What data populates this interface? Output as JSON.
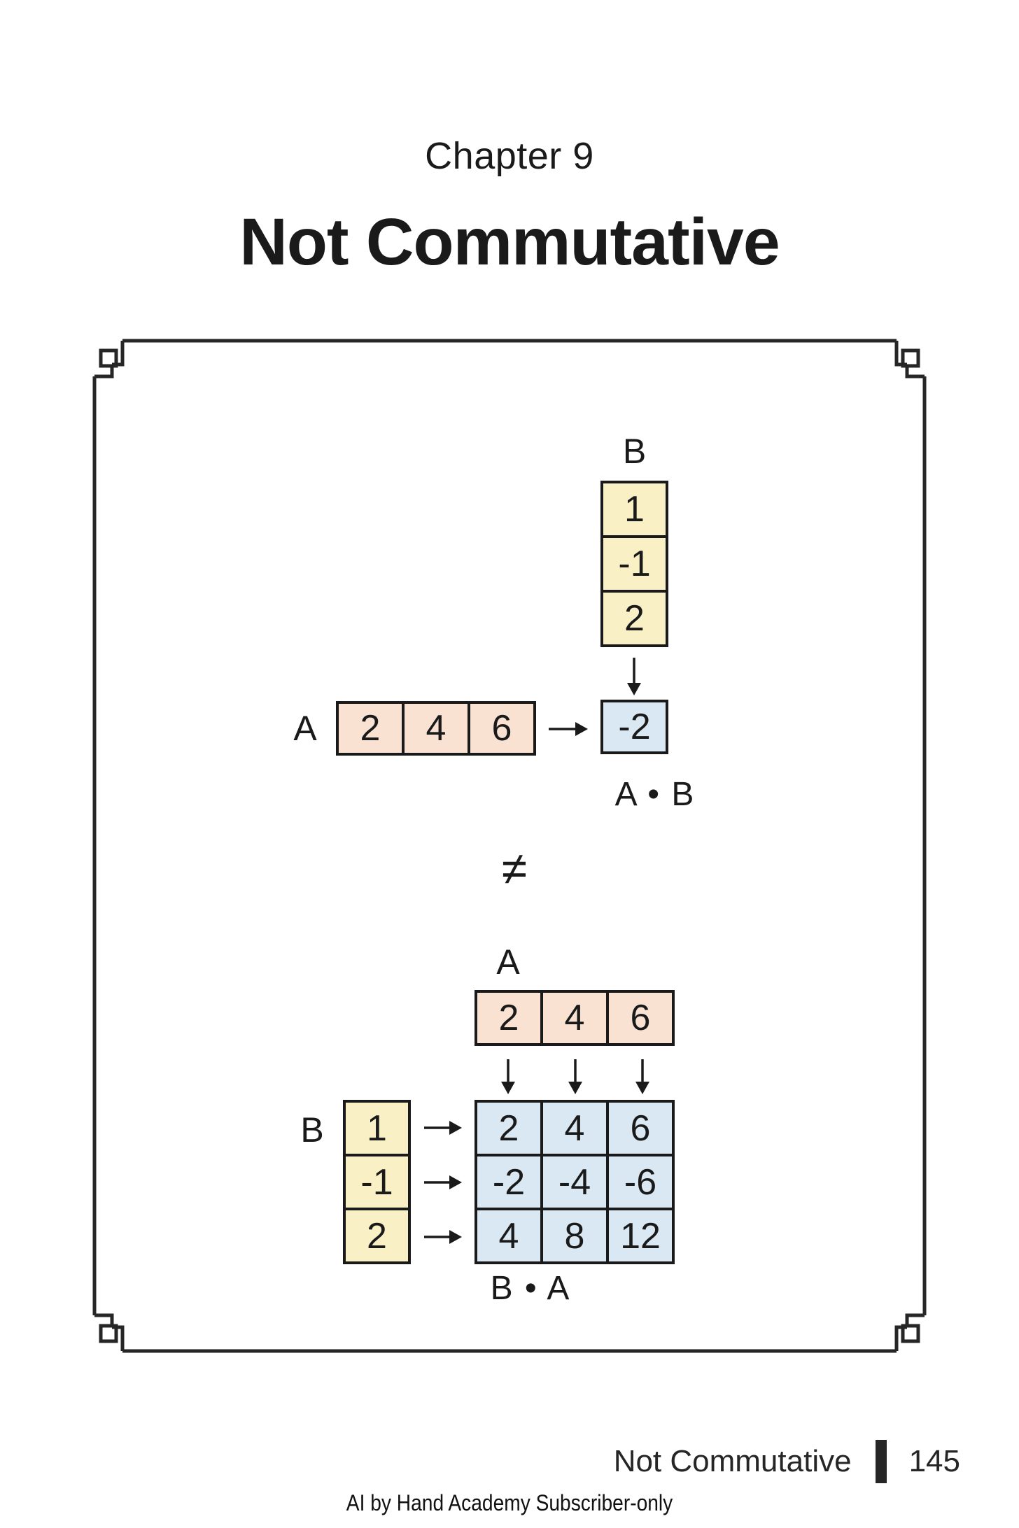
{
  "page": {
    "chapter": "Chapter 9",
    "title": "Not Commutative"
  },
  "colors": {
    "yellow": "#faf0c6",
    "pink": "#fae2d3",
    "blue": "#d9e8f2"
  },
  "equation_top": {
    "b_label": "B",
    "b_vector": [
      "1",
      "-1",
      "2"
    ],
    "a_label": "A",
    "a_vector": [
      "2",
      "4",
      "6"
    ],
    "result": "-2",
    "result_label": "A • B"
  },
  "inequality_symbol": "≠",
  "equation_bottom": {
    "a_label": "A",
    "a_vector": [
      "2",
      "4",
      "6"
    ],
    "b_label": "B",
    "b_vector": [
      "1",
      "-1",
      "2"
    ],
    "matrix": [
      [
        "2",
        "4",
        "6"
      ],
      [
        "-2",
        "-4",
        "-6"
      ],
      [
        "4",
        "8",
        "12"
      ]
    ],
    "result_label": "B • A"
  },
  "footer": {
    "chapter_name": "Not Commutative",
    "page_number": "145",
    "watermark": "AI by Hand Academy Subscriber-only"
  }
}
